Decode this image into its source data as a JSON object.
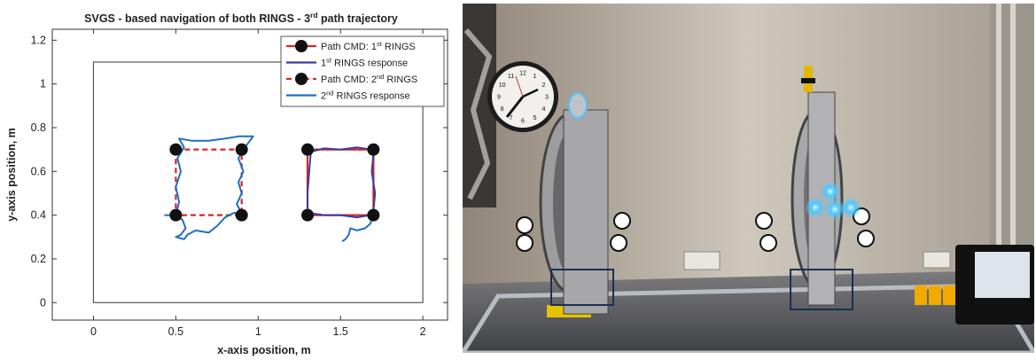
{
  "chart_data": {
    "type": "line",
    "title": "SVGS - based navigation of both RINGS - 3",
    "title_sup": "rd",
    "title_tail": " path trajectory",
    "xlabel": "x-axis position, m",
    "ylabel": "y-axis position, m",
    "xlim": [
      -0.25,
      2.15
    ],
    "ylim": [
      -0.08,
      1.25
    ],
    "xticks": [
      0,
      0.5,
      1,
      1.5,
      2
    ],
    "yticks": [
      0,
      0.2,
      0.4,
      0.6,
      0.8,
      1,
      1.2
    ],
    "grid": false,
    "legend_position": "top-right",
    "boundary": {
      "x": [
        0,
        2
      ],
      "y": [
        0,
        1.1
      ]
    },
    "legend": [
      {
        "pre": "Path CMD: 1",
        "sup": "st",
        "post": " RINGS",
        "style": "cmd",
        "color": "#d62728"
      },
      {
        "pre": "1",
        "sup": "st",
        "post": " RINGS response",
        "style": "line",
        "color": "#3b3b9e"
      },
      {
        "pre": "Path CMD: 2",
        "sup": "nd",
        "post": " RINGS",
        "style": "cmd-dash",
        "color": "#d62728"
      },
      {
        "pre": "2",
        "sup": "nd",
        "post": " RINGS response",
        "style": "line",
        "color": "#1f6fbf"
      }
    ],
    "series": [
      {
        "legend_index": 0,
        "kind": "command",
        "color": "#d62728",
        "dashed": false,
        "points": [
          [
            1.3,
            0.7
          ],
          [
            1.7,
            0.7
          ],
          [
            1.7,
            0.4
          ],
          [
            1.3,
            0.4
          ],
          [
            1.3,
            0.7
          ]
        ]
      },
      {
        "legend_index": 1,
        "kind": "response",
        "color": "#3b3b9e",
        "points": [
          [
            1.3,
            0.4
          ],
          [
            1.3,
            0.5
          ],
          [
            1.31,
            0.6
          ],
          [
            1.32,
            0.69
          ],
          [
            1.4,
            0.705
          ],
          [
            1.5,
            0.7
          ],
          [
            1.6,
            0.71
          ],
          [
            1.68,
            0.7
          ],
          [
            1.7,
            0.68
          ],
          [
            1.69,
            0.6
          ],
          [
            1.71,
            0.5
          ],
          [
            1.7,
            0.42
          ],
          [
            1.68,
            0.4
          ],
          [
            1.6,
            0.39
          ],
          [
            1.5,
            0.4
          ],
          [
            1.4,
            0.4
          ],
          [
            1.31,
            0.41
          ]
        ]
      },
      {
        "legend_index": 3,
        "kind": "response",
        "color": "#1f6fbf",
        "points": [
          [
            1.7,
            0.4
          ],
          [
            1.68,
            0.36
          ],
          [
            1.65,
            0.34
          ],
          [
            1.6,
            0.33
          ],
          [
            1.56,
            0.34
          ],
          [
            1.55,
            0.31
          ],
          [
            1.53,
            0.29
          ],
          [
            1.51,
            0.28
          ]
        ]
      },
      {
        "legend_index": 2,
        "kind": "command",
        "color": "#d62728",
        "dashed": true,
        "points": [
          [
            0.5,
            0.7
          ],
          [
            0.9,
            0.7
          ],
          [
            0.9,
            0.4
          ],
          [
            0.5,
            0.4
          ],
          [
            0.5,
            0.7
          ]
        ]
      },
      {
        "legend_index": 3,
        "kind": "response",
        "color": "#1f6fbf",
        "points": [
          [
            0.5,
            0.4
          ],
          [
            0.52,
            0.46
          ],
          [
            0.5,
            0.53
          ],
          [
            0.53,
            0.6
          ],
          [
            0.51,
            0.66
          ],
          [
            0.55,
            0.71
          ],
          [
            0.52,
            0.75
          ],
          [
            0.6,
            0.74
          ],
          [
            0.7,
            0.74
          ],
          [
            0.8,
            0.75
          ],
          [
            0.88,
            0.76
          ],
          [
            0.97,
            0.76
          ],
          [
            0.92,
            0.71
          ],
          [
            0.88,
            0.66
          ],
          [
            0.91,
            0.6
          ],
          [
            0.88,
            0.55
          ],
          [
            0.9,
            0.5
          ],
          [
            0.87,
            0.45
          ],
          [
            0.9,
            0.41
          ],
          [
            0.85,
            0.41
          ],
          [
            0.8,
            0.39
          ],
          [
            0.75,
            0.35
          ],
          [
            0.7,
            0.32
          ],
          [
            0.62,
            0.33
          ],
          [
            0.57,
            0.31
          ],
          [
            0.55,
            0.29
          ],
          [
            0.5,
            0.3
          ],
          [
            0.53,
            0.31
          ],
          [
            0.56,
            0.34
          ],
          [
            0.54,
            0.38
          ],
          [
            0.48,
            0.4
          ],
          [
            0.43,
            0.4
          ]
        ]
      }
    ],
    "markers": [
      {
        "series": "cmd1",
        "points": [
          [
            1.3,
            0.7
          ],
          [
            1.7,
            0.7
          ],
          [
            1.7,
            0.4
          ],
          [
            1.3,
            0.4
          ]
        ]
      },
      {
        "series": "cmd2",
        "points": [
          [
            0.5,
            0.7
          ],
          [
            0.9,
            0.7
          ],
          [
            0.9,
            0.4
          ],
          [
            0.5,
            0.4
          ]
        ]
      }
    ]
  },
  "photo": {
    "clock_numbers": [
      "12",
      "1",
      "2",
      "3",
      "4",
      "5",
      "6",
      "7",
      "8",
      "9",
      "10",
      "11"
    ]
  }
}
